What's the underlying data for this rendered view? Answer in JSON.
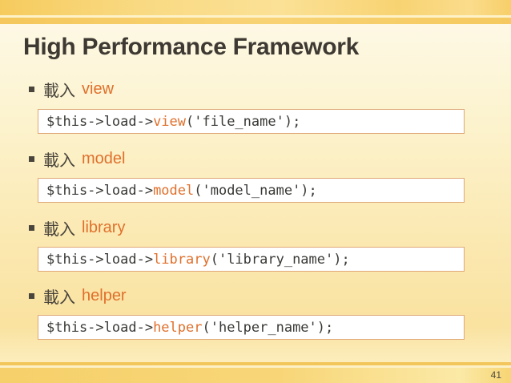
{
  "title": "High Performance Framework",
  "page_number": "41",
  "sections": [
    {
      "label_zh": "載入",
      "label_en": "view",
      "code": {
        "prefix": "$this->load->",
        "keyword": "view",
        "suffix": "('file_name');"
      }
    },
    {
      "label_zh": "載入",
      "label_en": "model",
      "code": {
        "prefix": "$this->load->",
        "keyword": "model",
        "suffix": "('model_name');"
      }
    },
    {
      "label_zh": "載入",
      "label_en": "library",
      "code": {
        "prefix": "$this->load->",
        "keyword": "library",
        "suffix": "('library_name');"
      }
    },
    {
      "label_zh": "載入",
      "label_en": "helper",
      "code": {
        "prefix": "$this->load->",
        "keyword": "helper",
        "suffix": "('helper_name');"
      }
    }
  ],
  "colors": {
    "accent_orange": "#E0702C",
    "band_gold": "#F8D676",
    "background_cream": "#FDF7E0",
    "text_dark": "#3E3A33",
    "heading_text": "#4A453C",
    "code_box_border": "#DFA878",
    "code_box_background": "#FFFFFF"
  }
}
